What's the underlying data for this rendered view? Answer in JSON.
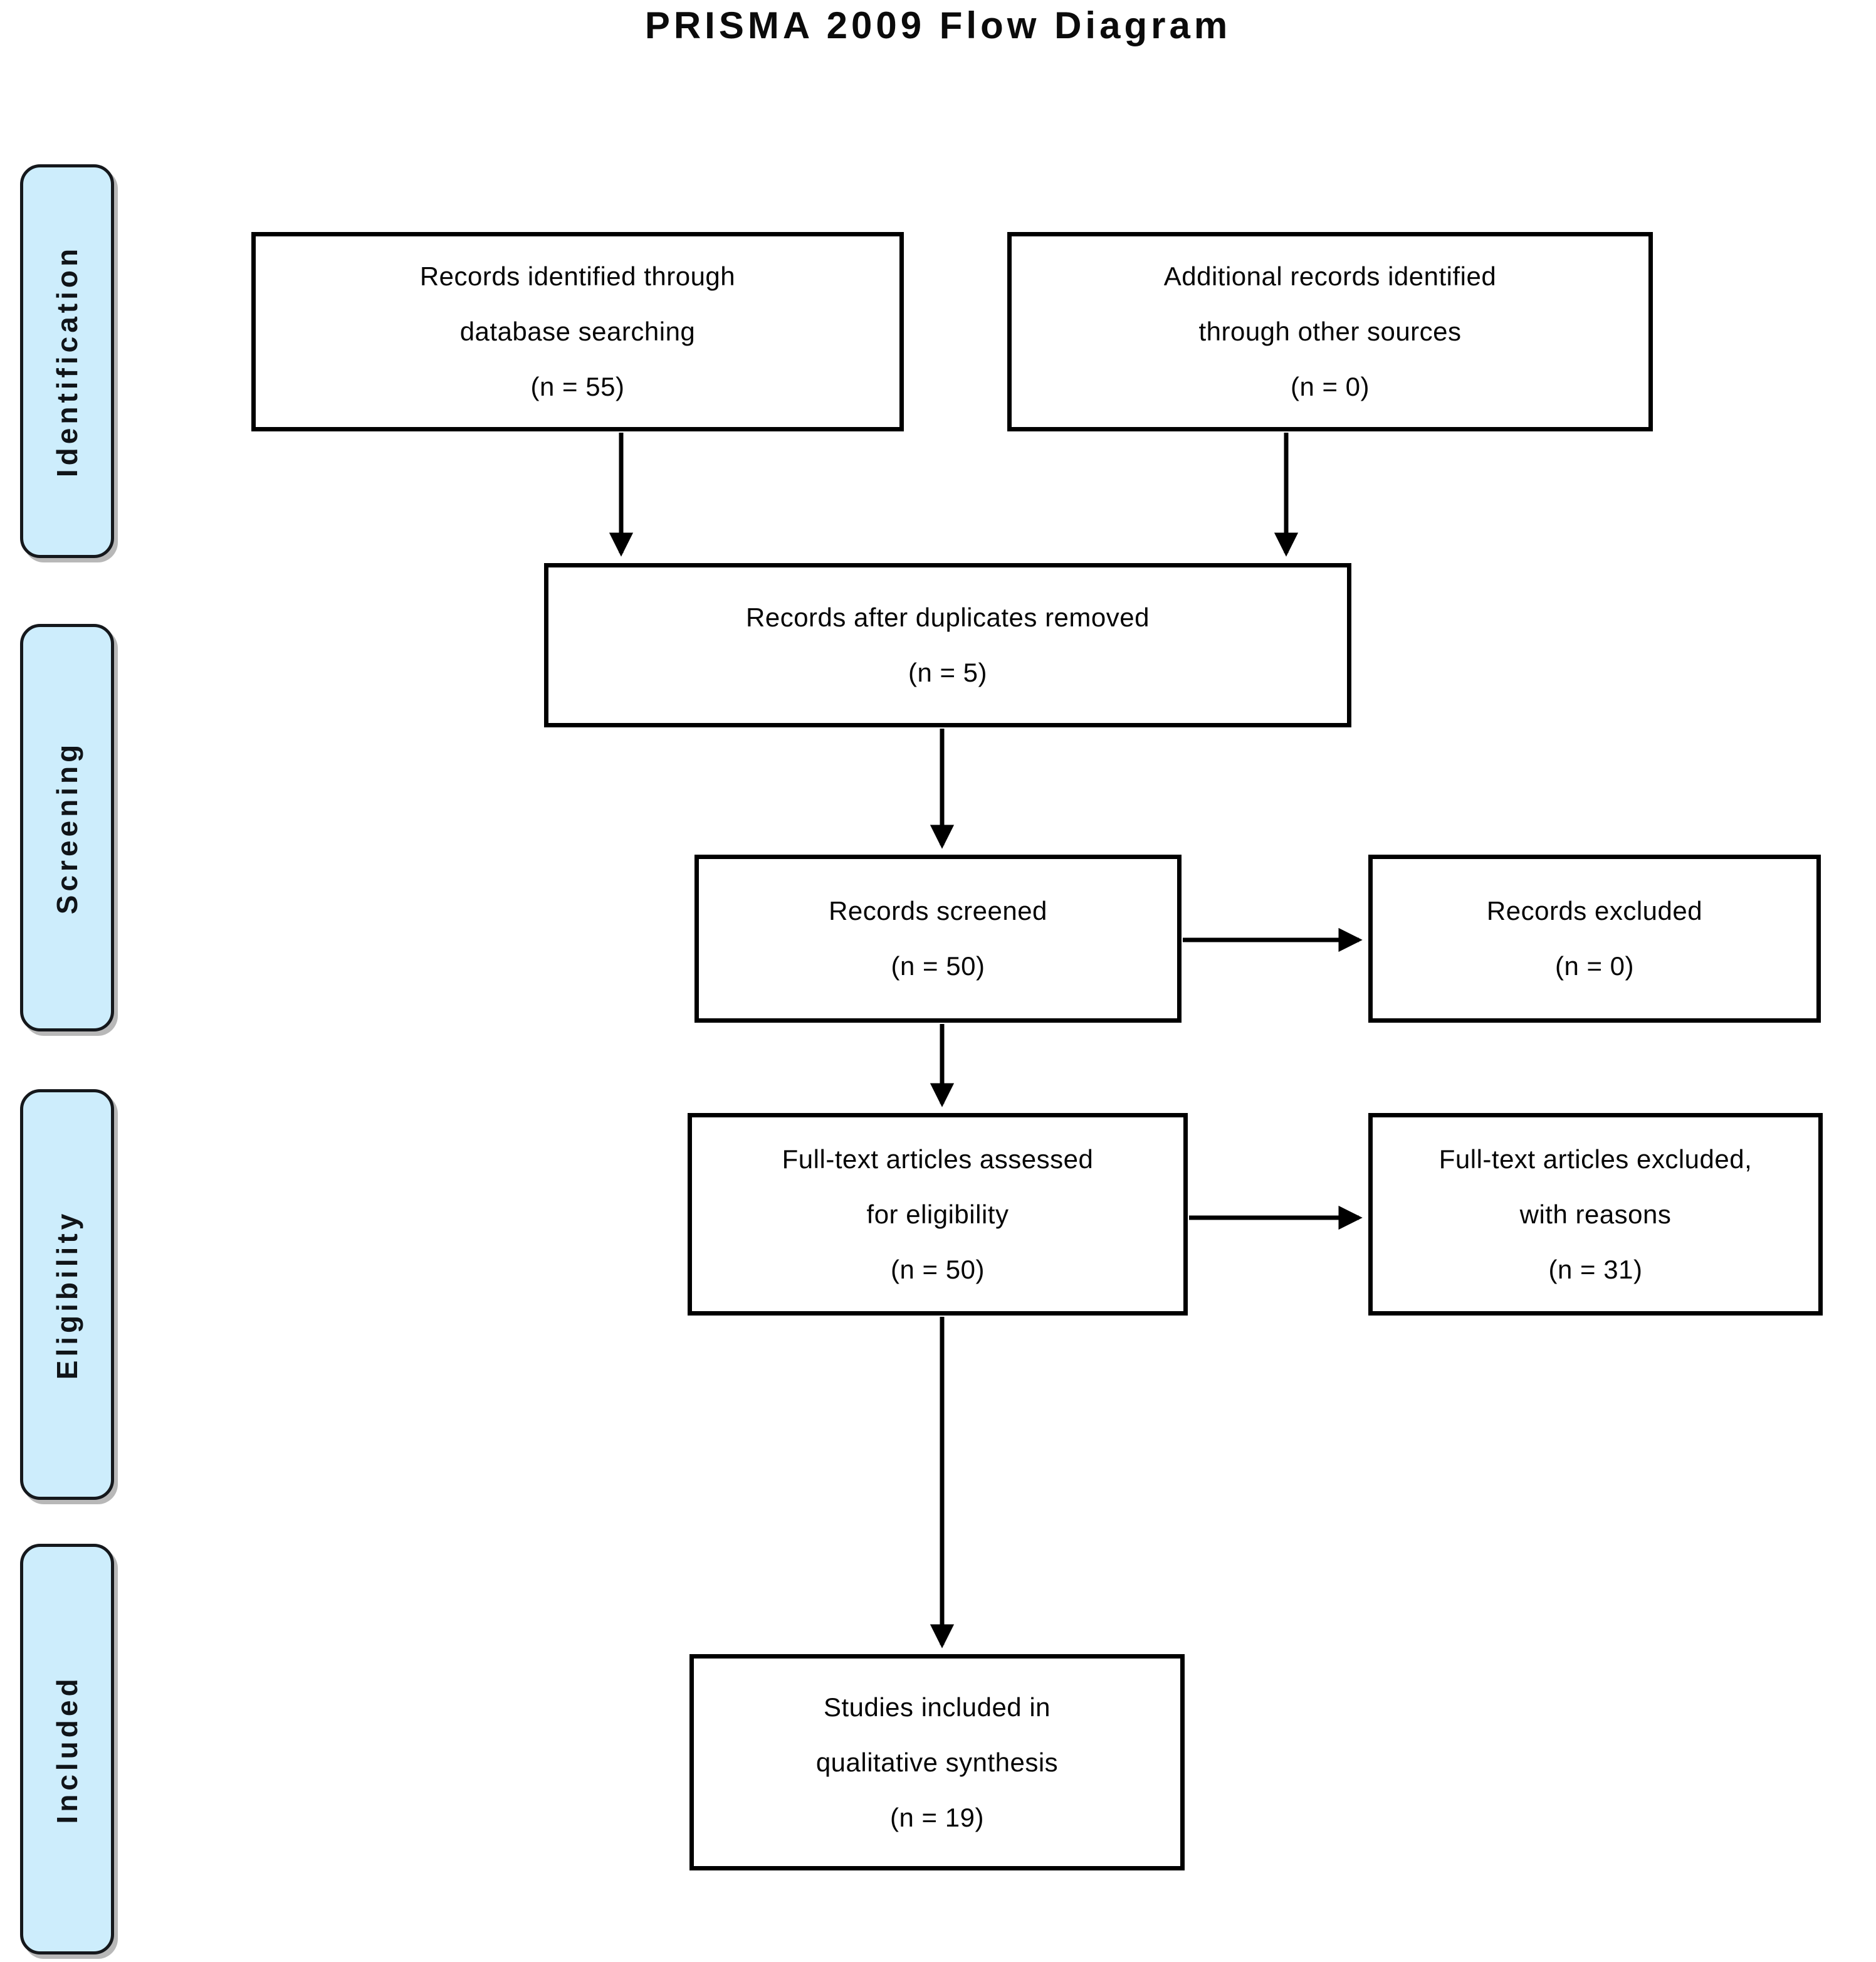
{
  "title": "PRISMA 2009 Flow Diagram",
  "colors": {
    "stage_fill": "#cdedfc",
    "stage_border": "#15181c",
    "box_border": "#000000",
    "box_fill": "#ffffff",
    "text": "#000000",
    "background": "#ffffff"
  },
  "stages": [
    {
      "id": "identification",
      "label": "Identification"
    },
    {
      "id": "screening",
      "label": "Screening"
    },
    {
      "id": "eligibility",
      "label": "Eligibility"
    },
    {
      "id": "included",
      "label": "Included"
    }
  ],
  "boxes": {
    "records_identified": {
      "lines": [
        "Records identified through",
        "database searching"
      ],
      "count": "(n = 55)"
    },
    "additional_records": {
      "lines": [
        "Additional records identified",
        "through other sources"
      ],
      "count": "(n = 0)"
    },
    "records_after_duplicates": {
      "lines": [
        "Records after duplicates removed"
      ],
      "count": "(n = 5)"
    },
    "records_screened": {
      "lines": [
        "Records screened"
      ],
      "count": "(n = 50)"
    },
    "records_excluded": {
      "lines": [
        "Records excluded"
      ],
      "count": "(n = 0)"
    },
    "fulltext_assessed": {
      "lines": [
        "Full-text articles assessed",
        "for eligibility"
      ],
      "count": "(n = 50)"
    },
    "fulltext_excluded": {
      "lines": [
        "Full-text articles excluded,",
        "with reasons"
      ],
      "count": "(n = 31)"
    },
    "studies_included": {
      "lines": [
        "Studies included in",
        "qualitative synthesis"
      ],
      "count": "(n = 19)"
    }
  },
  "edges": [
    {
      "from": "records_identified",
      "to": "records_after_duplicates"
    },
    {
      "from": "additional_records",
      "to": "records_after_duplicates"
    },
    {
      "from": "records_after_duplicates",
      "to": "records_screened"
    },
    {
      "from": "records_screened",
      "to": "records_excluded"
    },
    {
      "from": "records_screened",
      "to": "fulltext_assessed"
    },
    {
      "from": "fulltext_assessed",
      "to": "fulltext_excluded"
    },
    {
      "from": "fulltext_assessed",
      "to": "studies_included"
    }
  ]
}
